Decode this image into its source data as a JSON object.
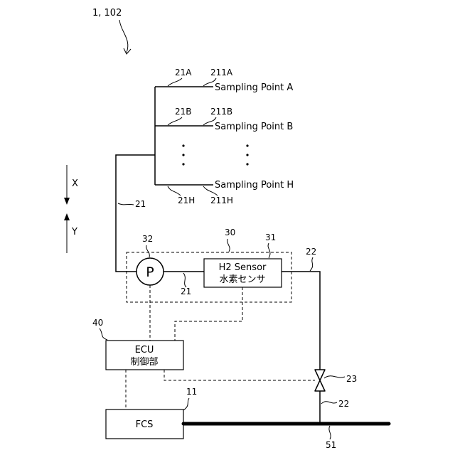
{
  "figure_ref": "1, 102",
  "sampling_points": [
    {
      "pipe_ref": "21A",
      "port_ref": "211A",
      "label": "Sampling Point A"
    },
    {
      "pipe_ref": "21B",
      "port_ref": "211B",
      "label": "Sampling Point B"
    },
    {
      "pipe_ref": "21H",
      "port_ref": "211H",
      "label": "Sampling Point H"
    }
  ],
  "axes": {
    "x_label": "X",
    "y_label": "Y"
  },
  "pipe": {
    "main_ref": "21",
    "pump_link_ref": "21",
    "outlet_ref": "22",
    "lower_ref": "22"
  },
  "unit": {
    "ref": "30"
  },
  "pump": {
    "ref": "32",
    "symbol": "P"
  },
  "sensor": {
    "ref": "31",
    "label_en": "H2 Sensor",
    "label_ja": "水素センサ"
  },
  "ecu": {
    "ref": "40",
    "label_en": "ECU",
    "label_ja": "制御部"
  },
  "valve": {
    "ref": "23"
  },
  "fcs": {
    "ref": "11",
    "label": "FCS"
  },
  "bus": {
    "ref": "51"
  }
}
